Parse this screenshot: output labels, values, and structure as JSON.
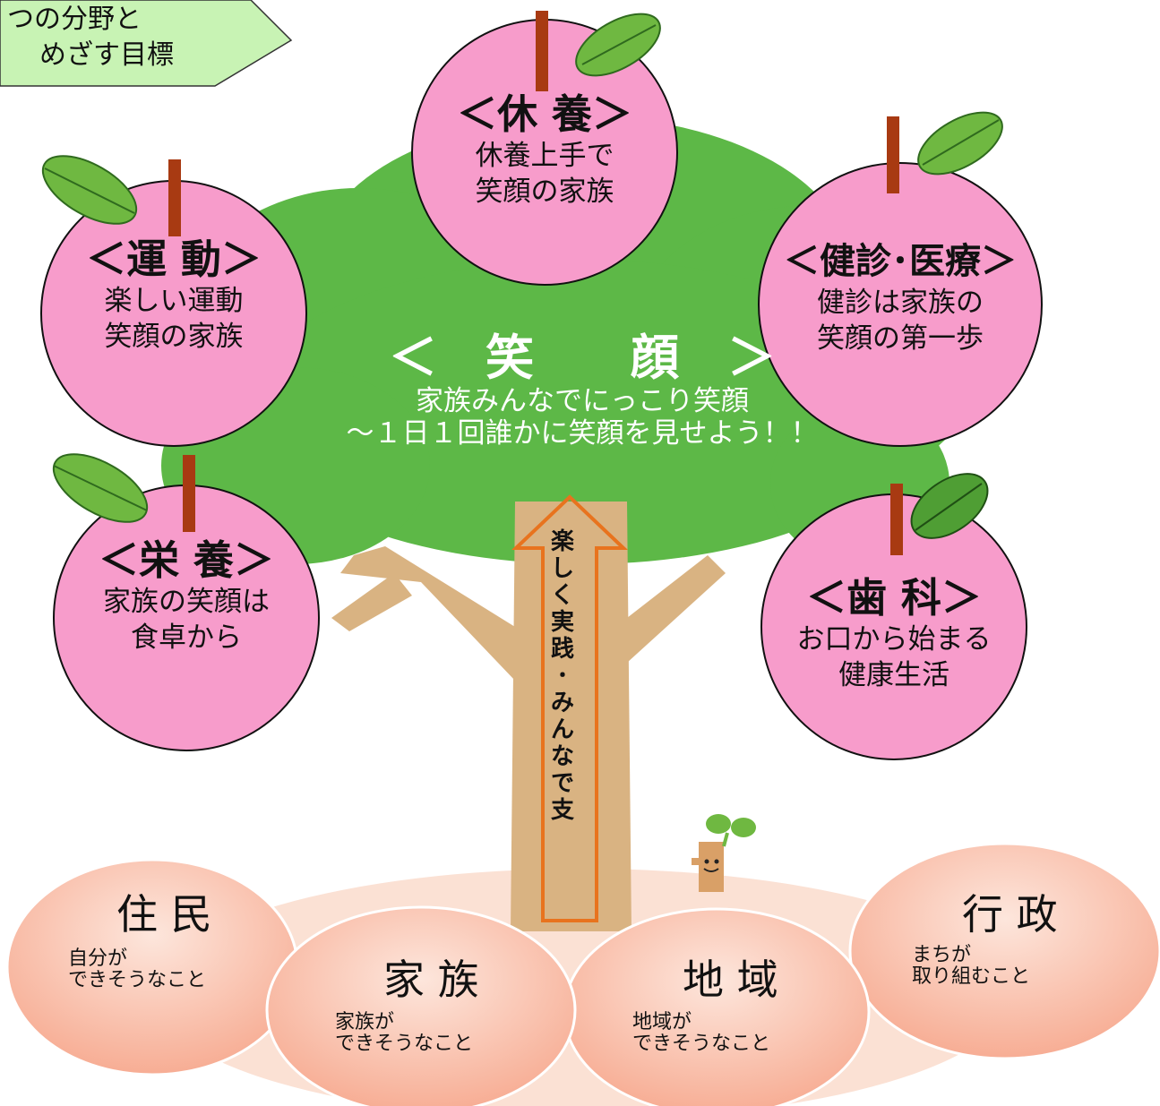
{
  "banner": {
    "line1": "つの分野と",
    "line2": "めざす目標"
  },
  "center": {
    "title": "＜　笑　　顔　＞",
    "line1": "家族みんなでにっこり笑顔",
    "line2": "～１日１回誰かに笑顔を見せよう！！"
  },
  "apples": {
    "kyuyo": {
      "title": "＜休 養＞",
      "line1": "休養上手で",
      "line2": "笑顔の家族"
    },
    "undo": {
      "title": "＜運 動＞",
      "line1": "楽しい運動",
      "line2": "笑顔の家族"
    },
    "kenshin": {
      "title": "＜健診･医療＞",
      "line1": "健診は家族の",
      "line2": "笑顔の第一歩"
    },
    "eiyo": {
      "title": "＜栄 養＞",
      "line1": "家族の笑顔は",
      "line2": "食卓から"
    },
    "shika": {
      "title": "＜歯 科＞",
      "line1": "お口から始まる",
      "line2": "健康生活"
    }
  },
  "arrow_text": [
    "楽",
    "し",
    "く",
    "実",
    "践",
    "･",
    "み",
    "ん",
    "な",
    "で",
    "支"
  ],
  "supporters": {
    "jumin": {
      "title": "住 民",
      "line1": "自分が",
      "line2": "できそうなこと"
    },
    "kazoku": {
      "title": "家 族",
      "line1": "家族が",
      "line2": "できそうなこと"
    },
    "chiiki": {
      "title": "地 域",
      "line1": "地域が",
      "line2": "できそうなこと"
    },
    "gyosei": {
      "title": "行 政",
      "line1": "まちが",
      "line2": "取り組むこと"
    }
  },
  "colors": {
    "foliage": "#5db847",
    "trunk": "#d9b382",
    "apple": "#f79ccb",
    "stem": "#a83a12",
    "leaf": "#6fb841",
    "egg": "#f9c0a8",
    "arrow": "#e8731e",
    "banner": "#c8f3b4"
  }
}
